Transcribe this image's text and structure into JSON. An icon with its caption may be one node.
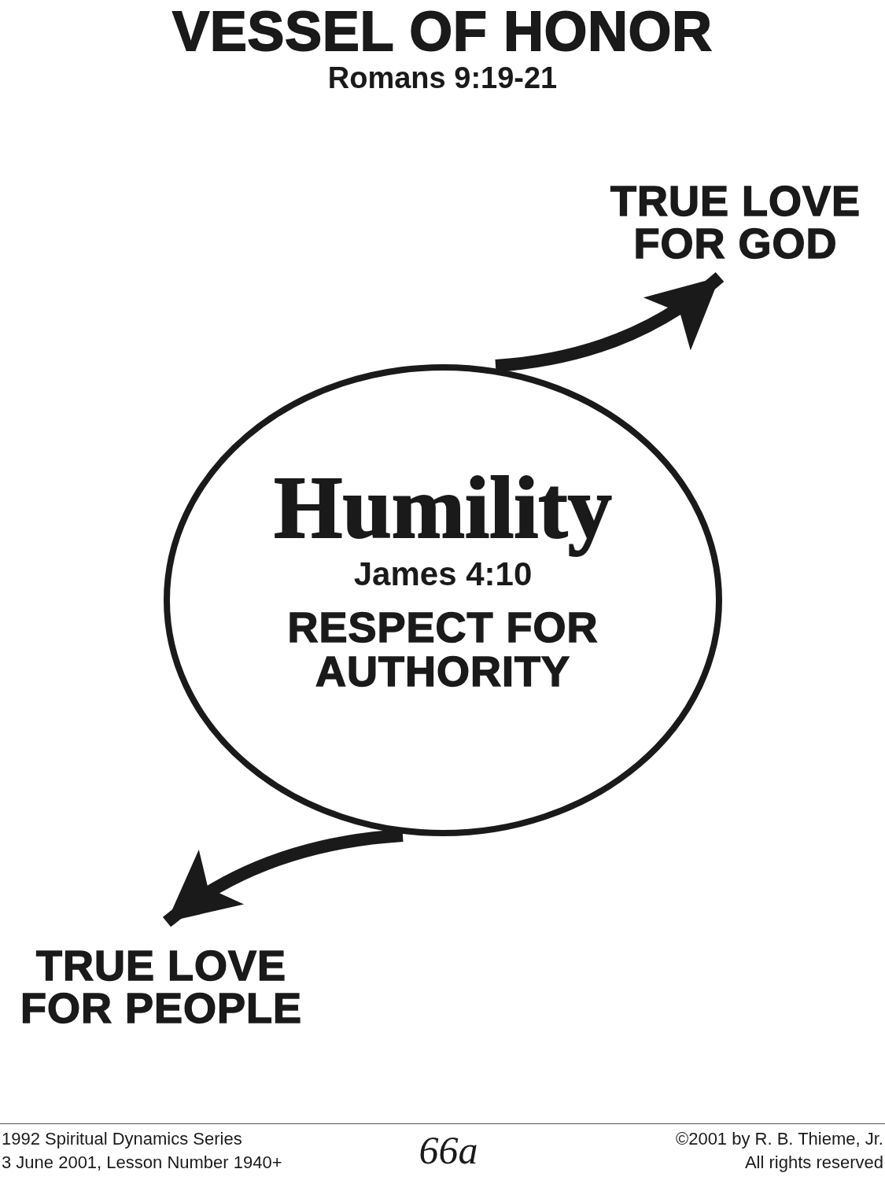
{
  "diagram": {
    "title": "VESSEL OF HONOR",
    "nodes": [
      {
        "text": [
          "Humility",
          "James 4:10",
          "RESPECT FOR AUTHORITY"
        ]
      },
      {
        "text": [
          "TRUE LOVE FOR GOD"
        ]
      },
      {
        "text": [
          "TRUE LOVE FOR PEOPLE"
        ]
      }
    ],
    "edges": [
      {
        "from": 0,
        "to": 1,
        "arrow": "to"
      },
      {
        "from": 0,
        "to": 2,
        "arrow": "to"
      }
    ],
    "labels": [
      "Romans 9:19-21",
      "1992 Spiritual Dynamics Series",
      "3 June 2001, Lesson Number 1940+",
      "66a",
      "©2001 by R. B. Thieme, Jr.",
      "All rights reserved"
    ]
  }
}
